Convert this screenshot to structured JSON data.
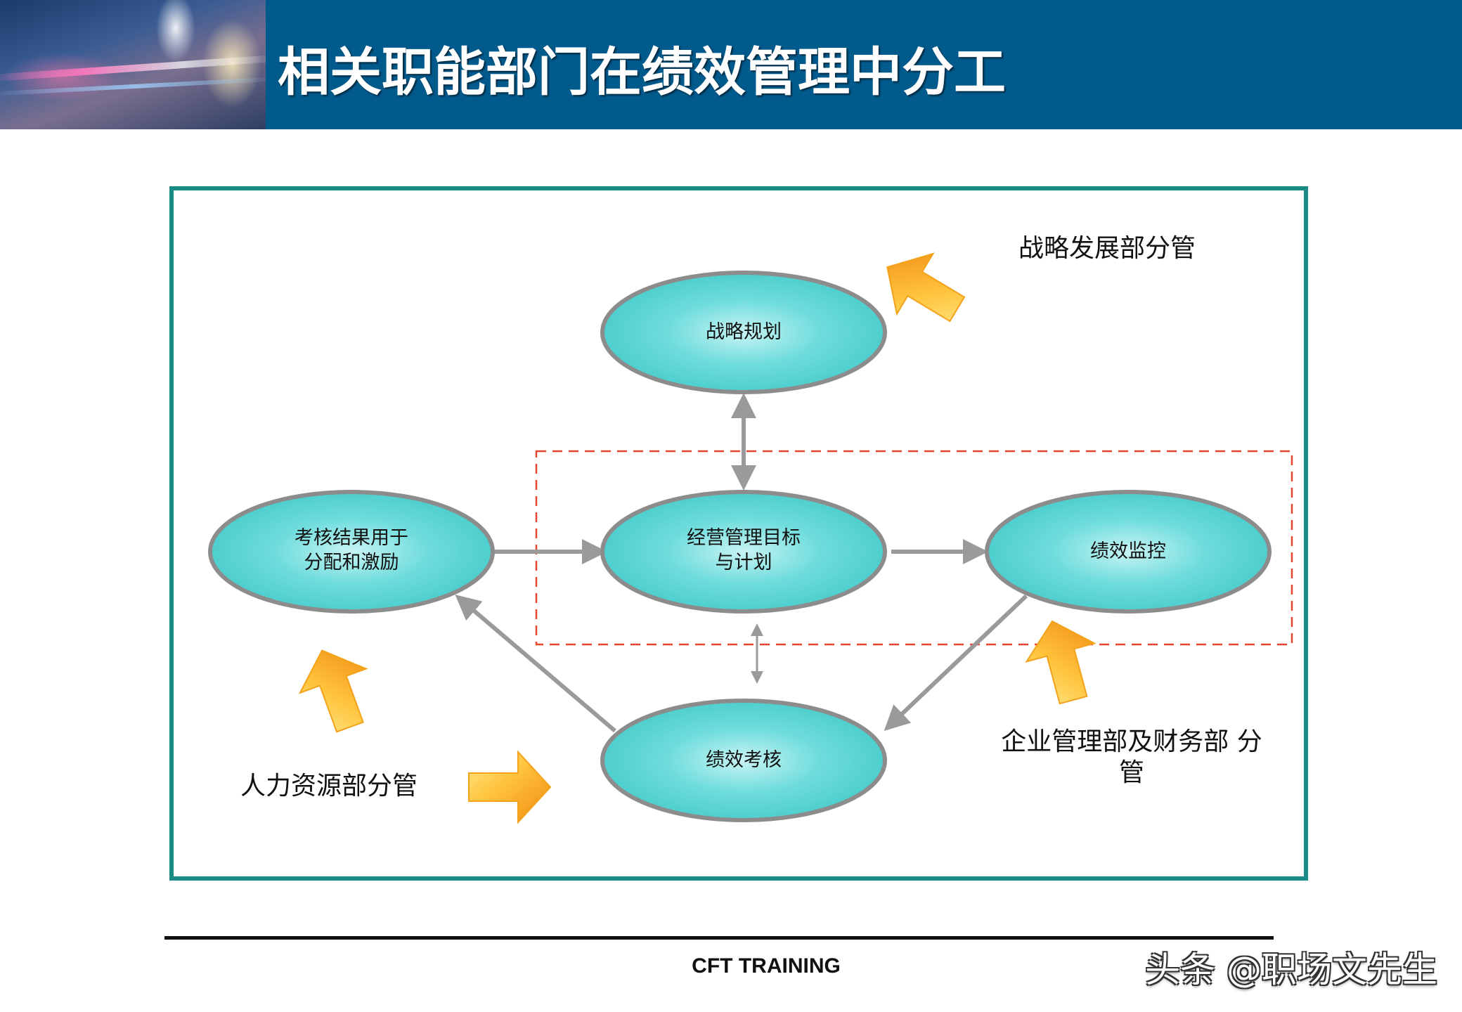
{
  "header": {
    "title": "相关职能部门在绩效管理中分工"
  },
  "diagram": {
    "nodes": {
      "strategy_planning": "战略规划",
      "business_goals": "经营管理目标\n与计划",
      "perf_monitoring": "绩效监控",
      "perf_appraisal": "绩效考核",
      "results_usage": "考核结果用于\n分配和激励"
    },
    "notes": {
      "strategy_dept": "战略发展部分管",
      "hr_dept": "人力资源部分管",
      "mgmt_finance_dept": "企业管理部及财务部 分\n管"
    },
    "colors": {
      "frame": "#1a8a85",
      "node_fill": "#5fd6d6",
      "node_stroke": "#8c8c8c",
      "connector": "#9a9a9a",
      "dashed_box": "#e8452e",
      "pointer_arrow": "#f7a623"
    }
  },
  "footer": {
    "label": "CFT TRAINING",
    "watermark": "头条 @职场文先生"
  }
}
